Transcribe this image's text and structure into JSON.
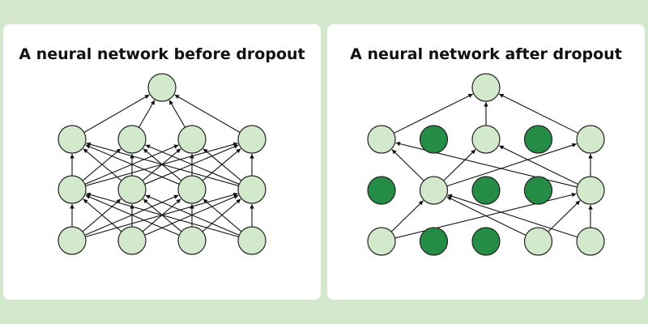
{
  "colors": {
    "background": "#d3e8cc",
    "panel": "#ffffff",
    "active_node": "#d2e9cc",
    "dropped_node": "#258c46",
    "edge": "#111111"
  },
  "panels": [
    {
      "id": "before",
      "title": "A neural network before dropout",
      "layers": [
        {
          "nodes": [
            "active"
          ]
        },
        {
          "nodes": [
            "active",
            "active",
            "active",
            "active"
          ]
        },
        {
          "nodes": [
            "active",
            "active",
            "active",
            "active"
          ]
        },
        {
          "nodes": [
            "active",
            "active",
            "active",
            "active"
          ]
        }
      ],
      "connectivity": "full"
    },
    {
      "id": "after",
      "title": "A neural network after dropout",
      "layers": [
        {
          "nodes": [
            "active"
          ]
        },
        {
          "nodes": [
            "active",
            "dropped",
            "active",
            "dropped",
            "active"
          ]
        },
        {
          "nodes": [
            "dropped",
            "active",
            "dropped",
            "dropped",
            "active"
          ]
        },
        {
          "nodes": [
            "active",
            "dropped",
            "dropped",
            "active",
            "active"
          ]
        }
      ],
      "connectivity": "active-only"
    }
  ]
}
